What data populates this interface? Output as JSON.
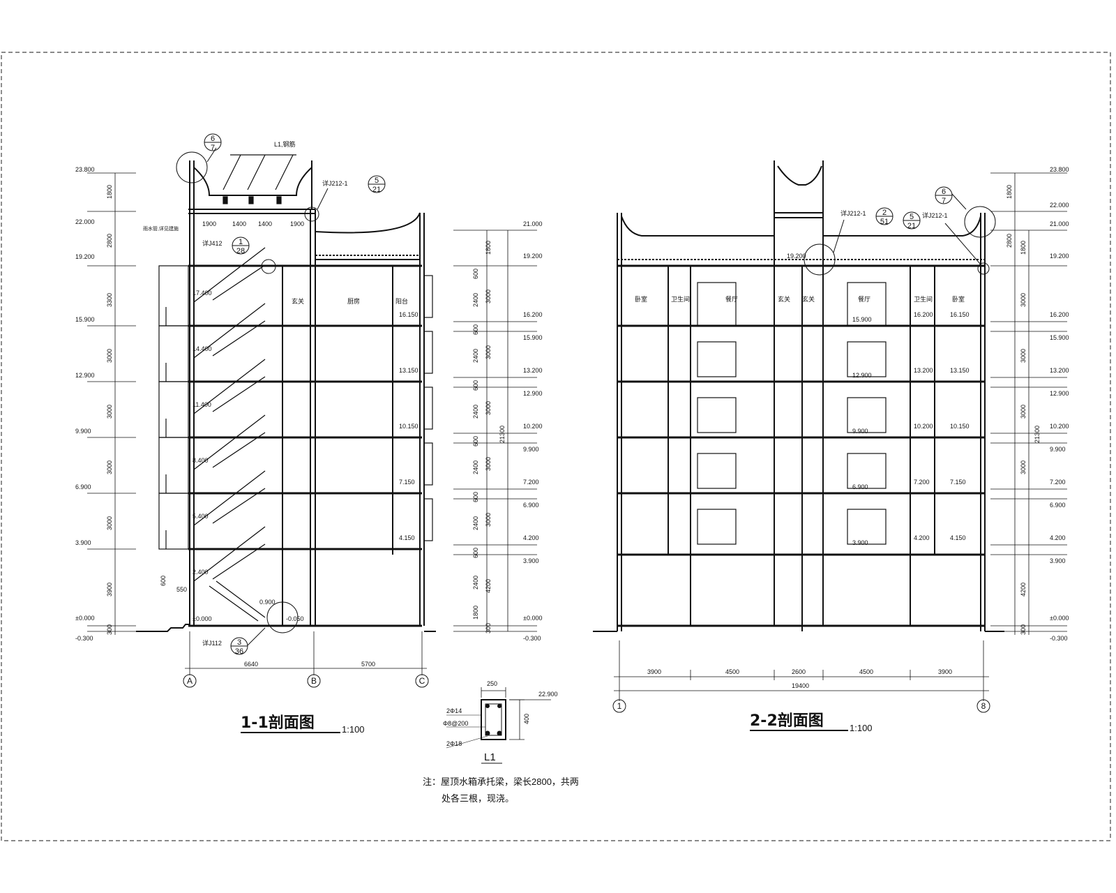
{
  "drawing": {
    "left_section": {
      "title": "1-1剖面图",
      "scale": "1:100",
      "elevations_left": [
        "23.800",
        "22.000",
        "19.200",
        "15.900",
        "12.900",
        "9.900",
        "6.900",
        "3.900",
        "±0.000",
        "-0.300"
      ],
      "dims_left": [
        "1800",
        "2800",
        "3300",
        "3000",
        "3000",
        "3000",
        "3000",
        "3900",
        "300"
      ],
      "stair_levels": [
        "17.400",
        "14.400",
        "11.400",
        "8.400",
        "5.400",
        "2.400",
        "±0.000",
        "0.900",
        "-0.050"
      ],
      "right_levels": [
        "16.150",
        "13.150",
        "10.150",
        "7.150",
        "4.150"
      ],
      "elevations_right": [
        "21.000",
        "19.200",
        "16.200",
        "15.900",
        "13.200",
        "12.900",
        "10.200",
        "9.900",
        "7.200",
        "6.900",
        "4.200",
        "3.900",
        "±0.000",
        "-0.300"
      ],
      "dims_right_inner": [
        "600",
        "2400",
        "600",
        "2400",
        "600",
        "2400",
        "600",
        "2400",
        "600",
        "2400",
        "600",
        "2400",
        "1800"
      ],
      "dims_right_outer": [
        "1800",
        "3000",
        "3000",
        "3000",
        "3000",
        "3000",
        "4200",
        "300"
      ],
      "dim_total": "21300",
      "roof_dims": [
        "1900",
        "1400",
        "1400",
        "1900"
      ],
      "grid_dims": [
        "6640",
        "5700"
      ],
      "axes": [
        "A",
        "B",
        "C"
      ],
      "callouts": [
        {
          "top": "6",
          "bottom": "7"
        },
        {
          "top": "5",
          "bottom": "21"
        },
        {
          "top": "1",
          "bottom": "28"
        },
        {
          "top": "3",
          "bottom": "36"
        }
      ],
      "labels": {
        "beam": "L1,钢筋",
        "ref_j212": "详J212-1",
        "ref_j412": "详J412",
        "ref_j112": "详J112",
        "pipe": "雨水管,详见建施",
        "dim_550": "550",
        "dim_600": "600"
      },
      "room_labels": [
        "玄关",
        "厨房",
        "阳台"
      ]
    },
    "right_section": {
      "title": "2-2剖面图",
      "scale": "1:100",
      "elevations_right": [
        "23.800",
        "22.000",
        "21.000",
        "19.200",
        "16.200",
        "15.900",
        "13.200",
        "12.900",
        "10.200",
        "9.900",
        "7.200",
        "6.900",
        "4.200",
        "3.900",
        "±0.000",
        "-0.300"
      ],
      "dims_right_a": [
        "1800",
        "2800",
        "3000",
        "3000",
        "3000",
        "3000",
        "4200",
        "300"
      ],
      "dims_right_b": [
        "1800"
      ],
      "dim_total": "21300",
      "inner_levels": [
        "19.200",
        "15.900",
        "12.900",
        "9.900",
        "6.900",
        "3.900",
        "16.200",
        "13.200",
        "10.200",
        "7.200",
        "4.200",
        "16.150",
        "13.150",
        "10.150",
        "7.150",
        "4.150"
      ],
      "grid_dims": [
        "3900",
        "4500",
        "2600",
        "4500",
        "3900"
      ],
      "dim_total_width": "19400",
      "axes": [
        "1",
        "8"
      ],
      "callouts": [
        {
          "top": "6",
          "bottom": "7"
        },
        {
          "top": "2",
          "bottom": "51"
        },
        {
          "top": "5",
          "bottom": "21"
        }
      ],
      "labels": {
        "ref_a": "详J212-1",
        "ref_b": "详J212-1"
      },
      "room_labels": [
        "卧室",
        "卫生间",
        "餐厅",
        "玄关",
        "玄关",
        "餐厅",
        "卫生间",
        "卧室"
      ]
    },
    "beam_detail": {
      "name": "L1",
      "width": "250",
      "height": "400",
      "elevation": "22.900",
      "rebar_top": "2Φ14",
      "stirrup": "Φ8@200",
      "rebar_bottom": "2Φ18"
    },
    "note": {
      "line1": "注：屋顶水箱承托梁，梁长2800，共两",
      "line2": "处各三根，现浇。"
    }
  }
}
